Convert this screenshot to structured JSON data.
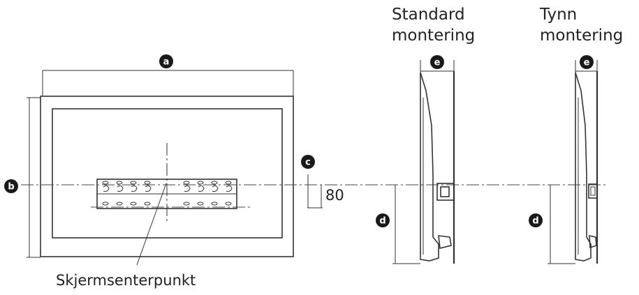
{
  "labels": {
    "standard_line1": "Standard",
    "standard_line2": "montering",
    "thin_line1": "Tynn",
    "thin_line2": "montering",
    "center_point": "Skjermsenterpunkt",
    "dimension_80": "80"
  },
  "callouts": {
    "a": "a",
    "b": "b",
    "c": "c",
    "d": "d",
    "e": "e"
  },
  "colors": {
    "line": "#333333",
    "callout_fill": "#1a1a1a",
    "background": "#ffffff"
  }
}
